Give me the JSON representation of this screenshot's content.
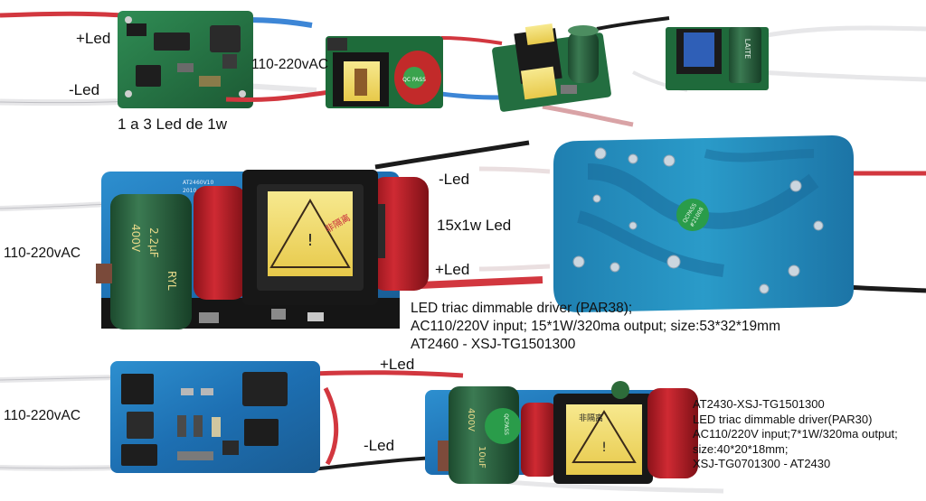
{
  "labels": {
    "top_plus_led": "+Led",
    "top_minus_led": "-Led",
    "top_input": "110-220vAC",
    "top_caption": "1 a 3 Led de 1w",
    "mid_input": "110-220vAC",
    "mid_minus_led": "-Led",
    "mid_output": "15x1w Led",
    "mid_plus_led": "+Led",
    "mid_desc": [
      "LED triac dimmable driver (PAR38);",
      "AC110/220V input; 15*1W/320ma output; size:53*32*19mm",
      "AT2460 - XSJ-TG1501300"
    ],
    "bot_input": "110-220vAC",
    "bot_plus_led": "+Led",
    "bot_minus_led": "-Led",
    "bot_desc": [
      "AT2430-XSJ-TG1501300",
      "LED triac dimmable driver(PAR30)",
      "AC110/220V input;7*1W/320ma output;",
      "size:40*20*18mm;",
      "XSJ-TG0701300 -  AT2430"
    ]
  },
  "markings": {
    "mid_board_code": "AT2460V10",
    "mid_board_date": "2010.01.07",
    "mid_cap_value": "2.2µF",
    "mid_cap_volt": "400V",
    "mid_cap_brand": "RYL",
    "qc_sticker": "QCPASS",
    "qc_number": "#21008",
    "bot_cap_volt": "400V",
    "bot_cap_value": "10uF",
    "transformer_mark": "非隔离",
    "top_cap_text": "QC PASS",
    "top_right_cap": "LAITE"
  },
  "colors": {
    "pcb_green": "#1f6b3c",
    "pcb_blue": "#1e5f9e",
    "wire_red": "#d2373f",
    "wire_white": "#e8e8ea",
    "wire_black": "#1b1b1b",
    "film_cap_red": "#b31c24",
    "electrolytic_green": "#1f5a36",
    "transformer_yellow": "#f2dc6a"
  }
}
